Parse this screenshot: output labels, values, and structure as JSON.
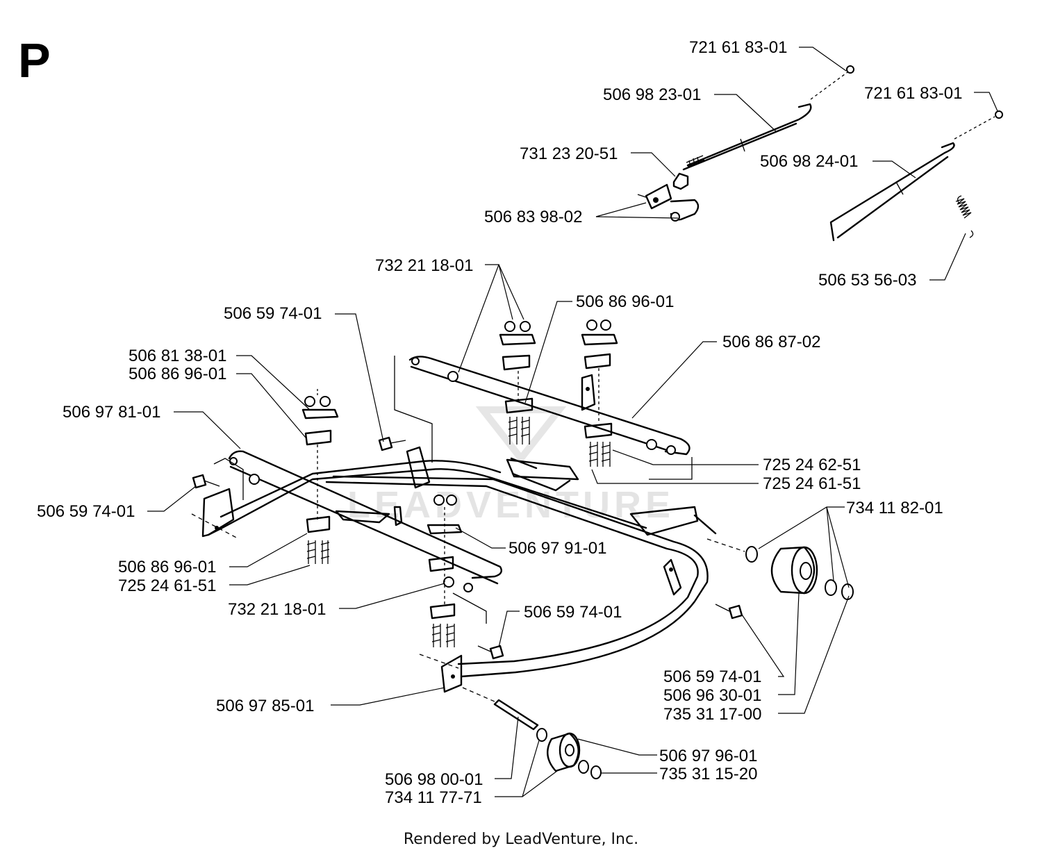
{
  "section_letter": "P",
  "watermark": "LEADVENTURE",
  "footer": "Rendered by LeadVenture, Inc.",
  "callouts": [
    {
      "id": "c1",
      "text": "721 61 83-01"
    },
    {
      "id": "c2",
      "text": "506 98 23-01"
    },
    {
      "id": "c3",
      "text": "721 61 83-01"
    },
    {
      "id": "c4",
      "text": "731 23 20-51"
    },
    {
      "id": "c5",
      "text": "506 98 24-01"
    },
    {
      "id": "c6",
      "text": "506 83 98-02"
    },
    {
      "id": "c7",
      "text": "506 53 56-03"
    },
    {
      "id": "c8",
      "text": "732 21 18-01"
    },
    {
      "id": "c9",
      "text": "506 59 74-01"
    },
    {
      "id": "c10",
      "text": "506 86 96-01"
    },
    {
      "id": "c11",
      "text": "506 86 87-02"
    },
    {
      "id": "c12",
      "text": "506 81 38-01"
    },
    {
      "id": "c13",
      "text": "506 86 96-01"
    },
    {
      "id": "c14",
      "text": "506 97 81-01"
    },
    {
      "id": "c15",
      "text": "725 24 62-51"
    },
    {
      "id": "c16",
      "text": "725 24 61-51"
    },
    {
      "id": "c17",
      "text": "506 59 74-01"
    },
    {
      "id": "c18",
      "text": "734 11 82-01"
    },
    {
      "id": "c19",
      "text": "506 97 91-01"
    },
    {
      "id": "c20",
      "text": "506 86 96-01"
    },
    {
      "id": "c21",
      "text": "725 24 61-51"
    },
    {
      "id": "c22",
      "text": "732 21 18-01"
    },
    {
      "id": "c23",
      "text": "506 59 74-01"
    },
    {
      "id": "c24",
      "text": "506 59 74-01"
    },
    {
      "id": "c25",
      "text": "506 96 30-01"
    },
    {
      "id": "c26",
      "text": "735 31 17-00"
    },
    {
      "id": "c27",
      "text": "506 97 85-01"
    },
    {
      "id": "c28",
      "text": "506 97 96-01"
    },
    {
      "id": "c29",
      "text": "735 31 15-20"
    },
    {
      "id": "c30",
      "text": "506 98 00-01"
    },
    {
      "id": "c31",
      "text": "734 11 77-71"
    }
  ]
}
